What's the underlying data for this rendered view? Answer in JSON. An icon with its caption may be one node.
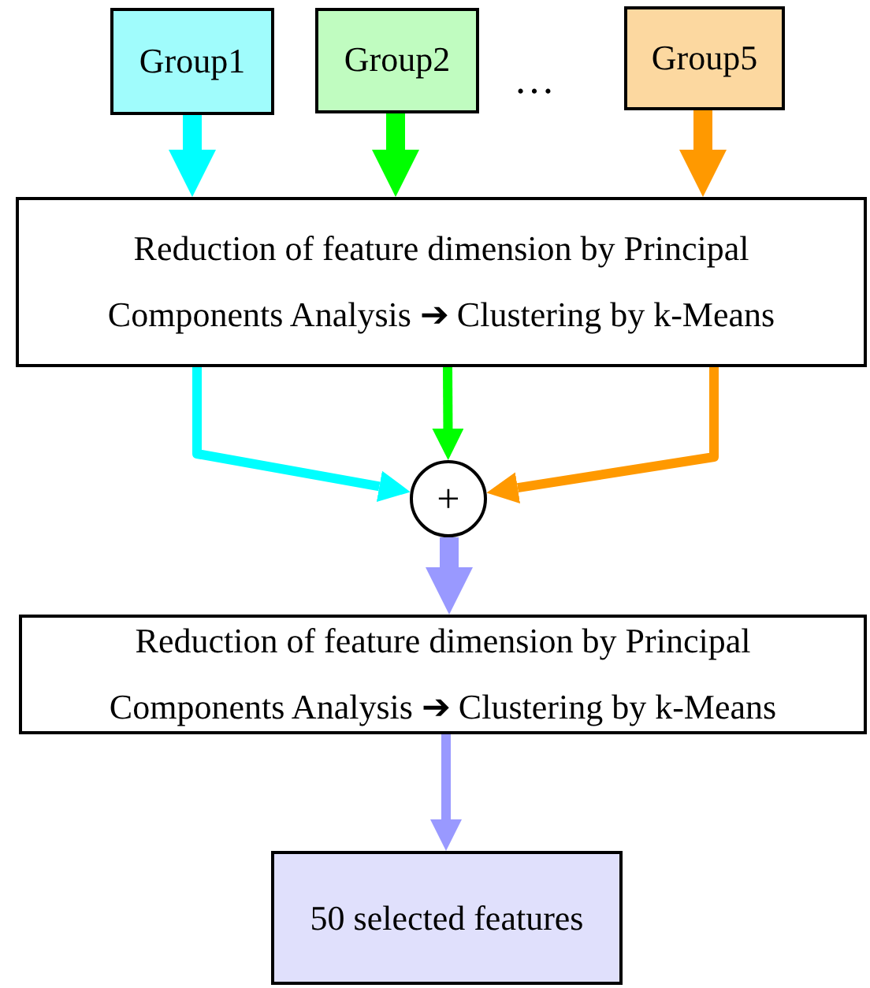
{
  "diagram": {
    "nodes": [
      {
        "text": [
          "Group1"
        ]
      },
      {
        "text": [
          "Group2"
        ]
      },
      {
        "text": [
          "Group5"
        ]
      },
      {
        "text": [
          "Reduction of feature dimension by Principal Components Analysis ➔ Clustering by k-Means"
        ]
      },
      {
        "text": [
          "+"
        ]
      },
      {
        "text": [
          "Reduction of feature dimension by Principal Components Analysis ➔ Clustering by k-Means"
        ]
      },
      {
        "text": [
          "50 selected features"
        ]
      }
    ],
    "edges": [
      {
        "from": 0,
        "to": 3,
        "arrow": "to",
        "style": "thick",
        "color": "#00ffff"
      },
      {
        "from": 1,
        "to": 3,
        "arrow": "to",
        "style": "thick",
        "color": "#00ff00"
      },
      {
        "from": 2,
        "to": 3,
        "arrow": "to",
        "style": "thick",
        "color": "#ff9900"
      },
      {
        "from": 3,
        "to": 4,
        "arrow": "to",
        "color": "#00ffff"
      },
      {
        "from": 3,
        "to": 4,
        "arrow": "to",
        "color": "#00ff00"
      },
      {
        "from": 3,
        "to": 4,
        "arrow": "to",
        "color": "#ff9900"
      },
      {
        "from": 4,
        "to": 5,
        "arrow": "to",
        "style": "thick",
        "color": "#9999ff"
      },
      {
        "from": 5,
        "to": 6,
        "arrow": "to",
        "color": "#9999ff"
      }
    ],
    "labels": [
      "…"
    ]
  }
}
